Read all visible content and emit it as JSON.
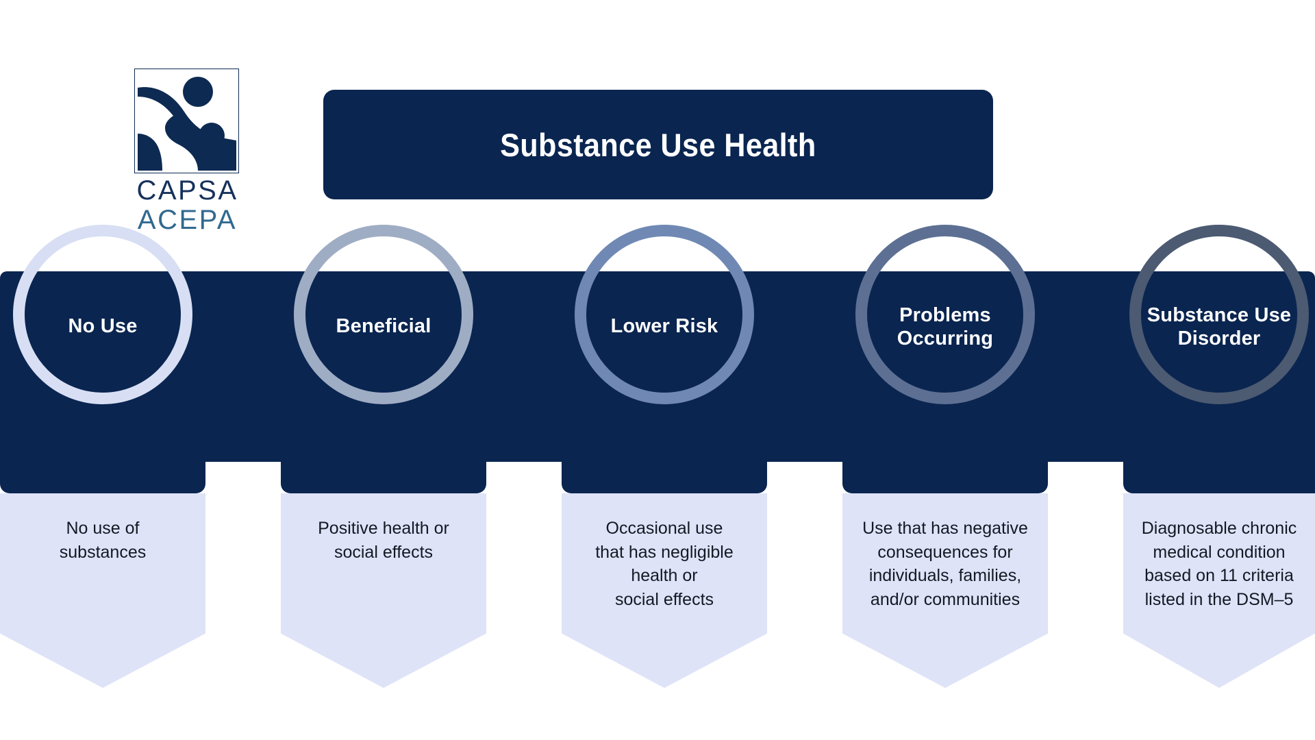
{
  "logo": {
    "name_en": "CAPSA",
    "name_fr": "ACEPA",
    "mark_alt": "two-figures-helping-icon",
    "color_en": "#16325c",
    "color_fr": "#31698f"
  },
  "header": {
    "title": "Substance Use Health"
  },
  "colors": {
    "navy": "#0a2550",
    "lavender_panel": "#dfe3f7",
    "background": "#ffffff",
    "text_dark": "#111a24"
  },
  "continuum": {
    "stages": [
      {
        "label": "No Use",
        "description": "No use of\nsubstances",
        "ring_color": "#d8dff4"
      },
      {
        "label": "Beneficial",
        "description": "Positive health or\nsocial effects",
        "ring_color": "#9fadc4"
      },
      {
        "label": "Lower Risk",
        "description": "Occasional use\nthat has negligible\nhealth or\nsocial effects",
        "ring_color": "#7089b4"
      },
      {
        "label": "Problems\nOccurring",
        "description": "Use that has negative\nconsequences for\nindividuals, families,\nand/or communities",
        "ring_color": "#5d7093"
      },
      {
        "label": "Substance Use\nDisorder",
        "description": "Diagnosable chronic\nmedical condition\nbased on 11 criteria\nlisted in the DSM–5",
        "ring_color": "#4c5a72"
      }
    ]
  }
}
